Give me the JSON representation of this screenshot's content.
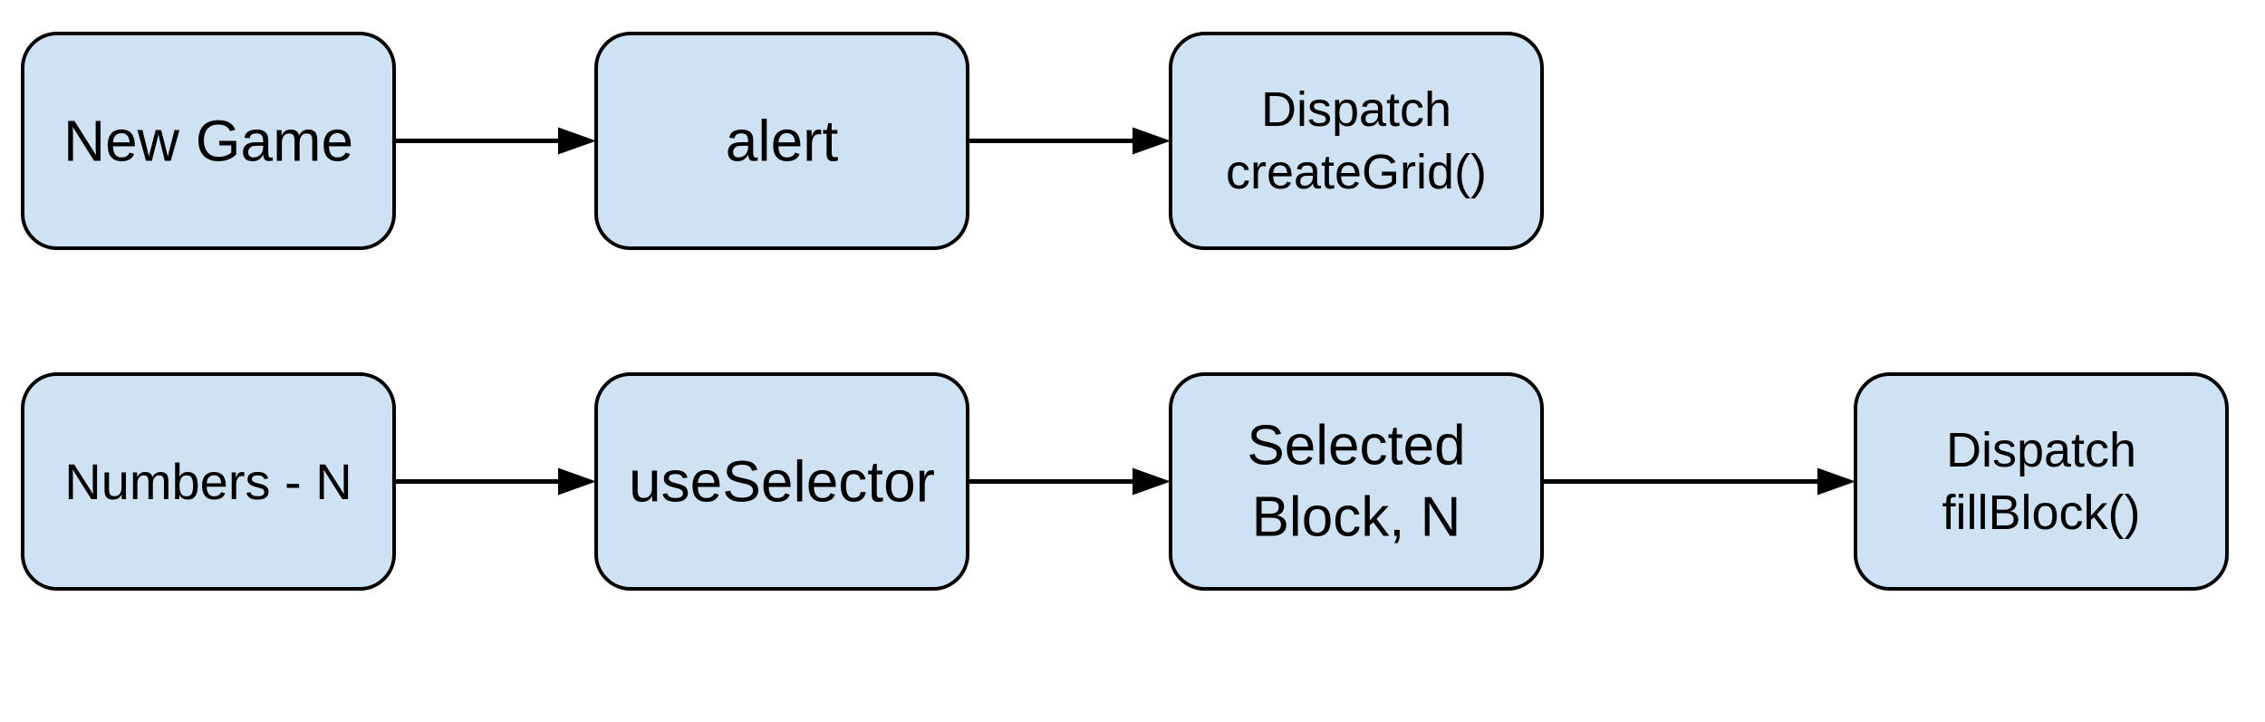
{
  "colors": {
    "node_fill": "#cfe2f3",
    "node_border": "#000000",
    "edge": "#000000"
  },
  "flows": [
    {
      "nodes": [
        {
          "id": "new-game",
          "lines": [
            "New Game"
          ]
        },
        {
          "id": "alert",
          "lines": [
            "alert"
          ]
        },
        {
          "id": "dispatch-create-grid",
          "lines": [
            "Dispatch",
            "createGrid()"
          ]
        }
      ]
    },
    {
      "nodes": [
        {
          "id": "numbers-n",
          "lines": [
            "Numbers - N"
          ]
        },
        {
          "id": "use-selector",
          "lines": [
            "useSelector"
          ]
        },
        {
          "id": "selected-block-n",
          "lines": [
            "Selected",
            "Block, N"
          ]
        },
        {
          "id": "dispatch-fill-block",
          "lines": [
            "Dispatch",
            "fillBlock()"
          ]
        }
      ]
    }
  ],
  "edges": [
    {
      "from": "new-game",
      "to": "alert"
    },
    {
      "from": "alert",
      "to": "dispatch-create-grid"
    },
    {
      "from": "numbers-n",
      "to": "use-selector"
    },
    {
      "from": "use-selector",
      "to": "selected-block-n"
    },
    {
      "from": "selected-block-n",
      "to": "dispatch-fill-block"
    }
  ]
}
